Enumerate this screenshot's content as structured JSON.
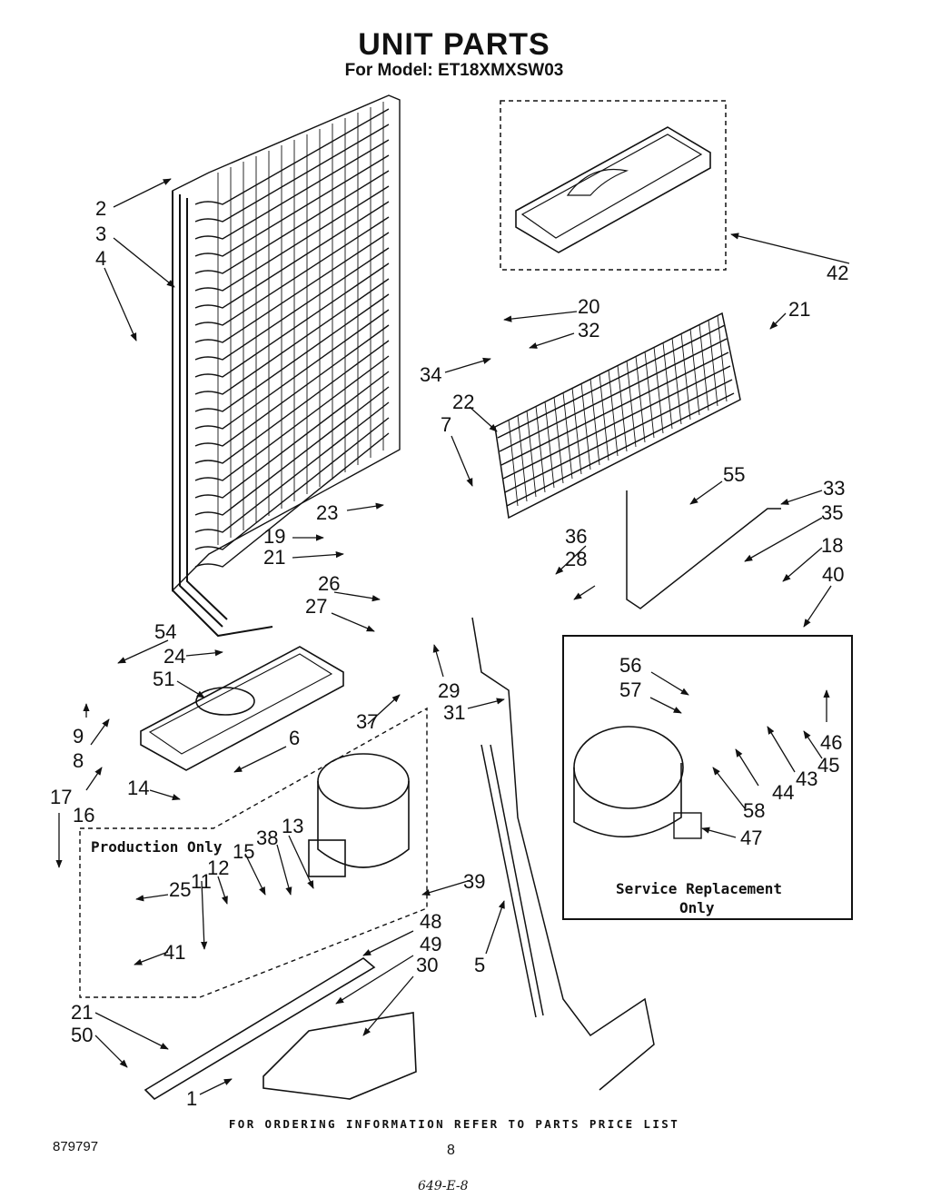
{
  "header": {
    "title": "UNIT PARTS",
    "subtitle": "For Model: ET18XMXSW03"
  },
  "boxes": {
    "production": "Production Only",
    "service_line1": "Service Replacement",
    "service_line2": "Only"
  },
  "callouts": [
    "2",
    "3",
    "4",
    "42",
    "20",
    "32",
    "21",
    "34",
    "22",
    "7",
    "55",
    "33",
    "35",
    "18",
    "40",
    "23",
    "19",
    "21",
    "36",
    "28",
    "26",
    "27",
    "54",
    "24",
    "51",
    "9",
    "8",
    "29",
    "31",
    "56",
    "57",
    "46",
    "45",
    "43",
    "44",
    "58",
    "47",
    "6",
    "37",
    "14",
    "16",
    "17",
    "13",
    "38",
    "15",
    "12",
    "25",
    "11",
    "39",
    "41",
    "48",
    "49",
    "30",
    "5",
    "21",
    "50",
    "1"
  ],
  "footer": {
    "ordering_note": "FOR ORDERING INFORMATION REFER TO PARTS PRICE LIST",
    "doc_number": "879797",
    "page_number": "8",
    "handwritten": "649-E-8"
  }
}
